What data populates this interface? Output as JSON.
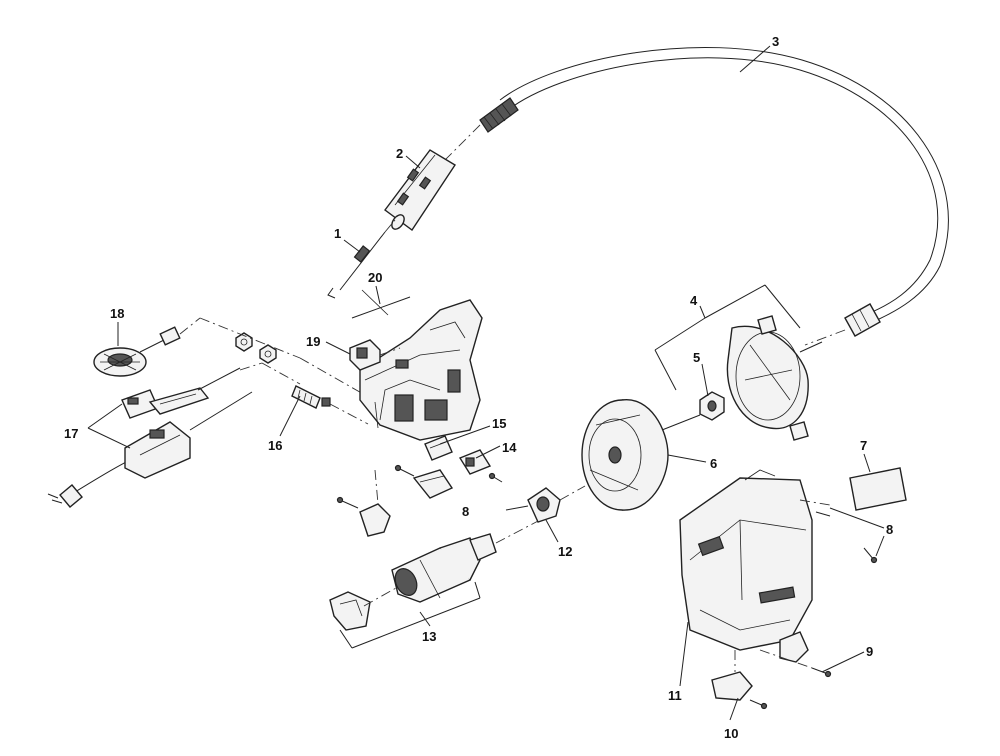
{
  "callouts": {
    "c1": "1",
    "c2": "2",
    "c3": "3",
    "c4": "4",
    "c5": "5",
    "c6": "6",
    "c7": "7",
    "c8a": "8",
    "c8b": "8",
    "c9": "9",
    "c10": "10",
    "c11": "11",
    "c12": "12",
    "c13": "13",
    "c14": "14",
    "c15": "15",
    "c16": "16",
    "c17": "17",
    "c18": "18",
    "c19": "19",
    "c20": "20"
  }
}
